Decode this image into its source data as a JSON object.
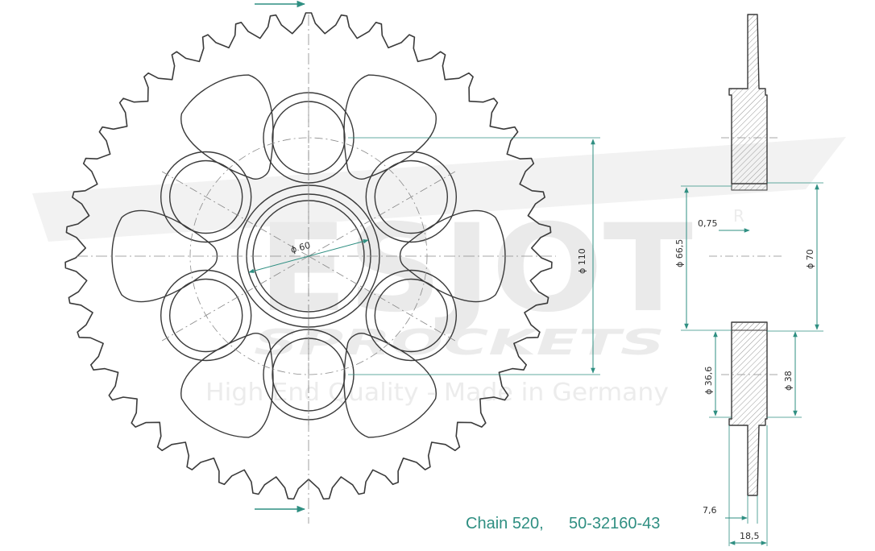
{
  "watermark": {
    "brand": "ESJOT",
    "registered": "R",
    "subtitle": "SPROCKETS",
    "tagline": "High End Quality - Made in Germany"
  },
  "caption": {
    "chain": "Chain 520,",
    "part_number": "50-32160-43"
  },
  "dimensions": {
    "inner_bore": "ϕ 60",
    "bolt_circle": "ϕ 110",
    "offset": "0,75",
    "hub_inner": "ϕ 66,5",
    "hub_outer": "ϕ 70",
    "recess_inner": "ϕ 36,6",
    "recess_outer": "ϕ 38",
    "tooth_width": "7,6",
    "hub_width": "18,5"
  },
  "colors": {
    "outline": "#3a3a3a",
    "dimension": "#2f8f82",
    "caption": "#2f8f82",
    "watermark": "#e8e8e8"
  }
}
